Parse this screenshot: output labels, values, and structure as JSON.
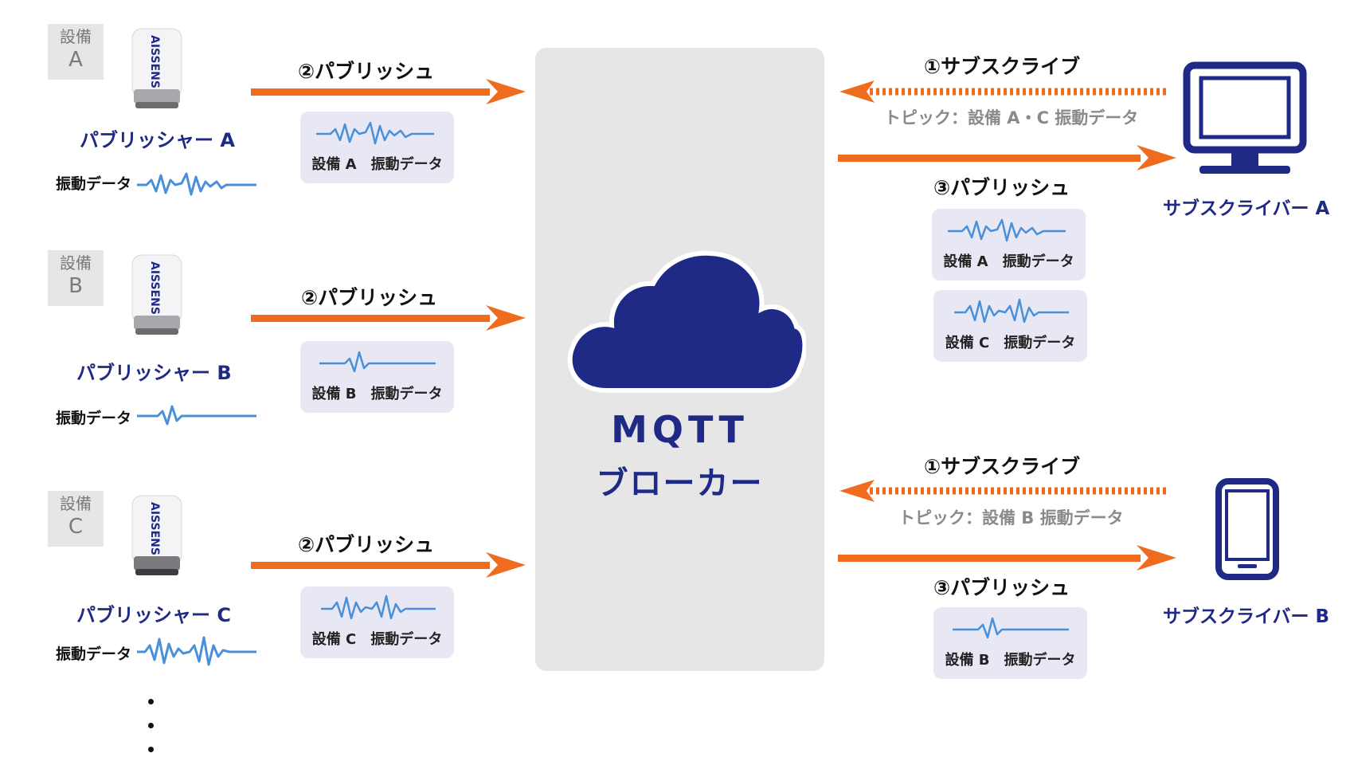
{
  "equipment": [
    {
      "tag_top": "設備",
      "tag_letter": "A",
      "sensor_brand": "AISSENS",
      "publisher_name": "パブリッシャー A",
      "vibration_label": "振動データ",
      "publish_label": "②パブリッシュ",
      "card_caption": "設備 A　振動データ"
    },
    {
      "tag_top": "設備",
      "tag_letter": "B",
      "sensor_brand": "AISSENS",
      "publisher_name": "パブリッシャー  B",
      "vibration_label": "振動データ",
      "publish_label": "②パブリッシュ",
      "card_caption": "設備 B　振動データ"
    },
    {
      "tag_top": "設備",
      "tag_letter": "C",
      "sensor_brand": "AISSENS",
      "publisher_name": "パブリッシャー  C",
      "vibration_label": "振動データ",
      "publish_label": "②パブリッシュ",
      "card_caption": "設備 C　振動データ"
    }
  ],
  "broker": {
    "line1": "MQTT",
    "line2": "ブローカー"
  },
  "subscribers": [
    {
      "subscribe_label": "①サブスクライブ",
      "topic_label": "トピック：設備 A・C 振動データ",
      "publish_label": "③パブリッシュ",
      "cards": [
        "設備 A　振動データ",
        "設備 C　振動データ"
      ],
      "name": "サブスクライバー A",
      "device_icon": "monitor-icon"
    },
    {
      "subscribe_label": "①サブスクライブ",
      "topic_label": "トピック：設備 B 振動データ",
      "publish_label": "③パブリッシュ",
      "cards": [
        "設備 B　振動データ"
      ],
      "name": "サブスクライバー B",
      "device_icon": "smartphone-icon"
    }
  ],
  "colors": {
    "arrow": "#ef6c1f",
    "navy": "#1f2a86",
    "wave": "#4a90d9",
    "card": "#e7e8f4",
    "panel": "#e6e6e6"
  }
}
